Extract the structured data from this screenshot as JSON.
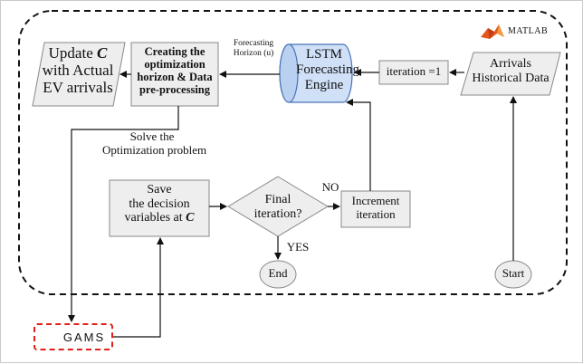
{
  "nodes": {
    "update_c": {
      "line1_prefix": "Update ",
      "line1_var": "C",
      "line2": "with Actual",
      "line3": "EV arrivals"
    },
    "creating": {
      "line1": "Creating the",
      "line2": "optimization",
      "line3": "horizon & Data",
      "line4": "pre-processing"
    },
    "lstm": {
      "line1": "LSTM",
      "line2": "Forecasting",
      "line3": "Engine"
    },
    "iteration_init": {
      "text": "iteration =1"
    },
    "arrivals": {
      "line1": "Arrivals",
      "line2": "Historical Data"
    },
    "save": {
      "line1": "Save",
      "line2": "the decision",
      "line3_prefix": "variables at ",
      "line3_var": "C"
    },
    "final": {
      "line1": "Final",
      "line2": "iteration?"
    },
    "increment": {
      "line1": "Increment",
      "line2": "iteration"
    },
    "end": {
      "text": "End"
    },
    "start": {
      "text": "Start"
    }
  },
  "labels": {
    "forecast_horizon_1": "Forecasting",
    "forecast_horizon_2": "Horizon (u)",
    "solve_1": "Solve the",
    "solve_2": "Optimization problem",
    "no": "NO",
    "yes": "YES"
  },
  "logos": {
    "matlab": "MATLAB",
    "gams": "GAMS"
  },
  "colors": {
    "box_fill": "#eeeeee",
    "box_stroke": "#888888",
    "lstm_fill": "#cfe0f7",
    "lstm_stroke": "#4a72b8",
    "gams_border": "#e0201b",
    "gams_orange": "#f08a1c"
  }
}
